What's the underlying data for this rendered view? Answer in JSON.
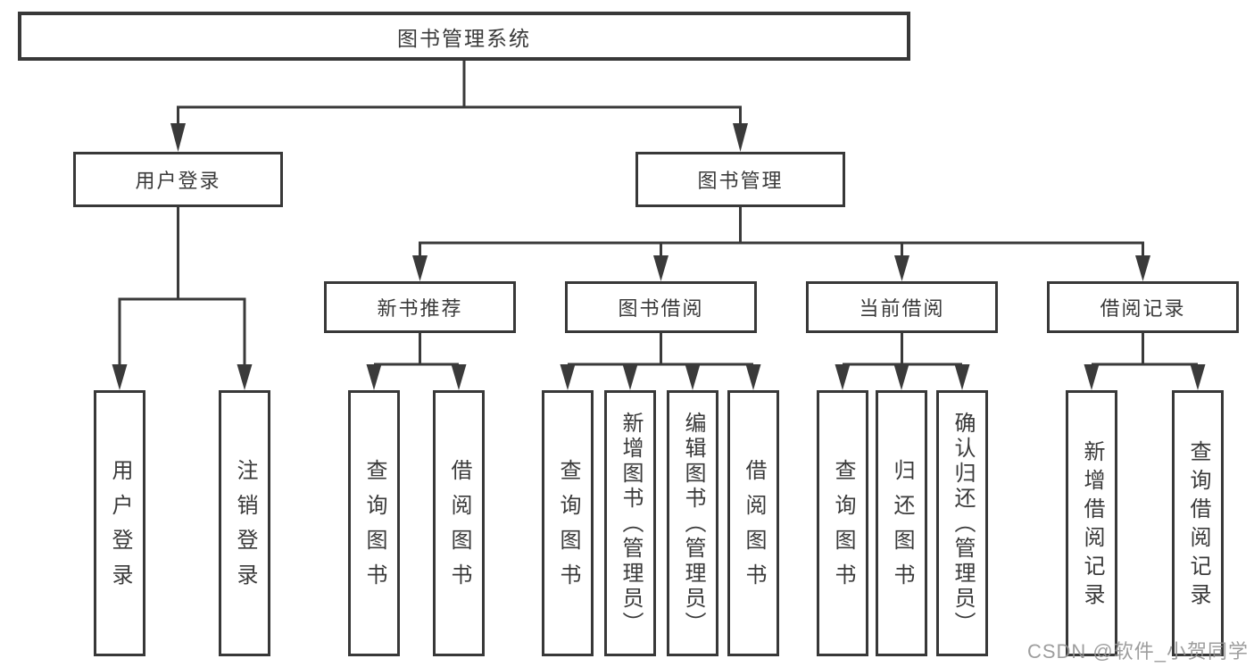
{
  "tree": {
    "label": "图书管理系统",
    "children": [
      {
        "label": "用户登录",
        "children": [
          {
            "label": "用户登录"
          },
          {
            "label": "注销登录"
          }
        ]
      },
      {
        "label": "图书管理",
        "children": [
          {
            "label": "新书推荐",
            "children": [
              {
                "label": "查询图书"
              },
              {
                "label": "借阅图书"
              }
            ]
          },
          {
            "label": "图书借阅",
            "children": [
              {
                "label": "查询图书"
              },
              {
                "label": "新增图书（管理员）"
              },
              {
                "label": "编辑图书（管理员）"
              },
              {
                "label": "借阅图书"
              }
            ]
          },
          {
            "label": "当前借阅",
            "children": [
              {
                "label": "查询图书"
              },
              {
                "label": "归还图书"
              },
              {
                "label": "确认归还（管理员）"
              }
            ]
          },
          {
            "label": "借阅记录",
            "children": [
              {
                "label": "新增借阅记录"
              },
              {
                "label": "查询借阅记录"
              }
            ]
          }
        ]
      }
    ]
  },
  "watermark": {
    "text": "CSDN @软件_小贺同学"
  },
  "colors": {
    "line": "#3a3a3a",
    "text": "#3a3a3a",
    "background": "#ffffff",
    "watermark": "#949494"
  }
}
